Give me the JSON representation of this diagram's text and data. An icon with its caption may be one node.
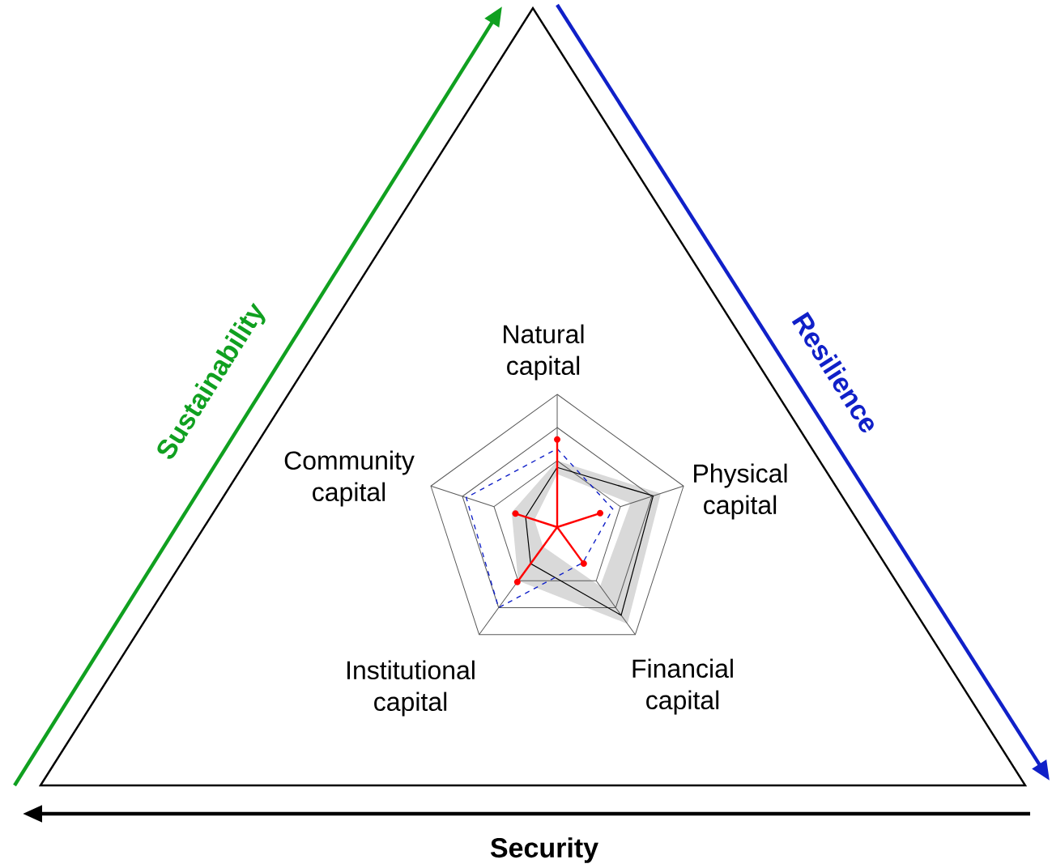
{
  "diagram": {
    "labels": [
      "Sustainability",
      "Resilience",
      "Natural capital",
      "Community capital",
      "Physical capital",
      "Institutional capital",
      "Financial capital",
      "Security"
    ]
  }
}
